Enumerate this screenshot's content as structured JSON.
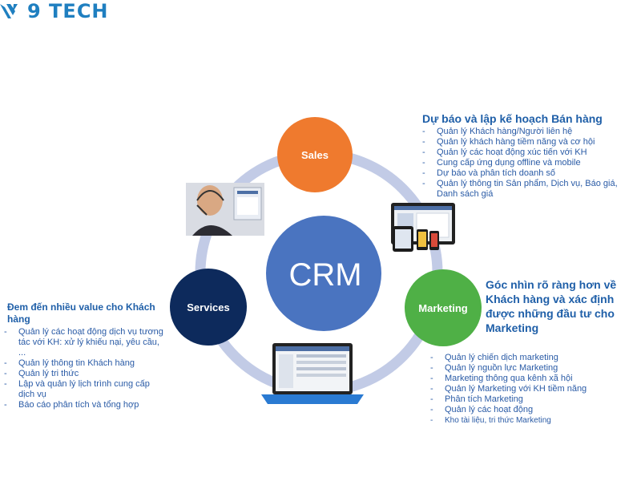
{
  "logo": {
    "icon": "v-wing-logo",
    "text": "9 TECH"
  },
  "center": {
    "label": "CRM",
    "color": "#4a74c0"
  },
  "nodes": {
    "sales": {
      "label": "Sales",
      "color": "#ef7a2e"
    },
    "marketing": {
      "label": "Marketing",
      "color": "#4fb046"
    },
    "services": {
      "label": "Services",
      "color": "#0d2a5c"
    }
  },
  "ring_color": "#c2cbe6",
  "sales_panel": {
    "title": "Dự báo và lập kế hoạch Bán hàng",
    "items": [
      "Quản lý Khách hàng/Người liên hệ",
      "Quản lý khách hàng tiềm năng và cơ hội",
      "Quản lý các hoạt động xúc tiến với KH",
      "Cung cấp ứng dụng offline và mobile",
      "Dự báo và phân tích doanh số",
      "Quản lý thông tin Sản phẩm, Dịch vụ, Báo giá, Danh sách giá"
    ]
  },
  "marketing_panel": {
    "title": "Góc nhìn rõ ràng hơn về Khách hàng và xác định được những đầu tư cho Marketing",
    "items": [
      "Quản lý chiến dịch marketing",
      "Quản lý nguồn lực Marketing",
      "Marketing thông qua kênh xã hội",
      "Quản lý Marketing với KH tiềm năng",
      "Phân tích Marketing",
      "Quản lý các hoạt động",
      "Kho tài liệu, tri thức Marketing"
    ]
  },
  "services_panel": {
    "title": "Đem đến nhiều value cho Khách hàng",
    "items": [
      "Quản lý các hoạt động dịch vụ tương tác với KH: xử lý khiếu nại, yêu cầu, ...",
      "Quản lý thông tin Khách hàng",
      "Quản lý tri thức",
      "Lập và quản lý lịch trình cung cấp dịch vụ",
      "Báo cáo phân tích và tổng hợp"
    ]
  },
  "images": {
    "operator": "headset-operator-photo",
    "devices": "multi-device-photo",
    "laptop": "laptop-photo"
  }
}
